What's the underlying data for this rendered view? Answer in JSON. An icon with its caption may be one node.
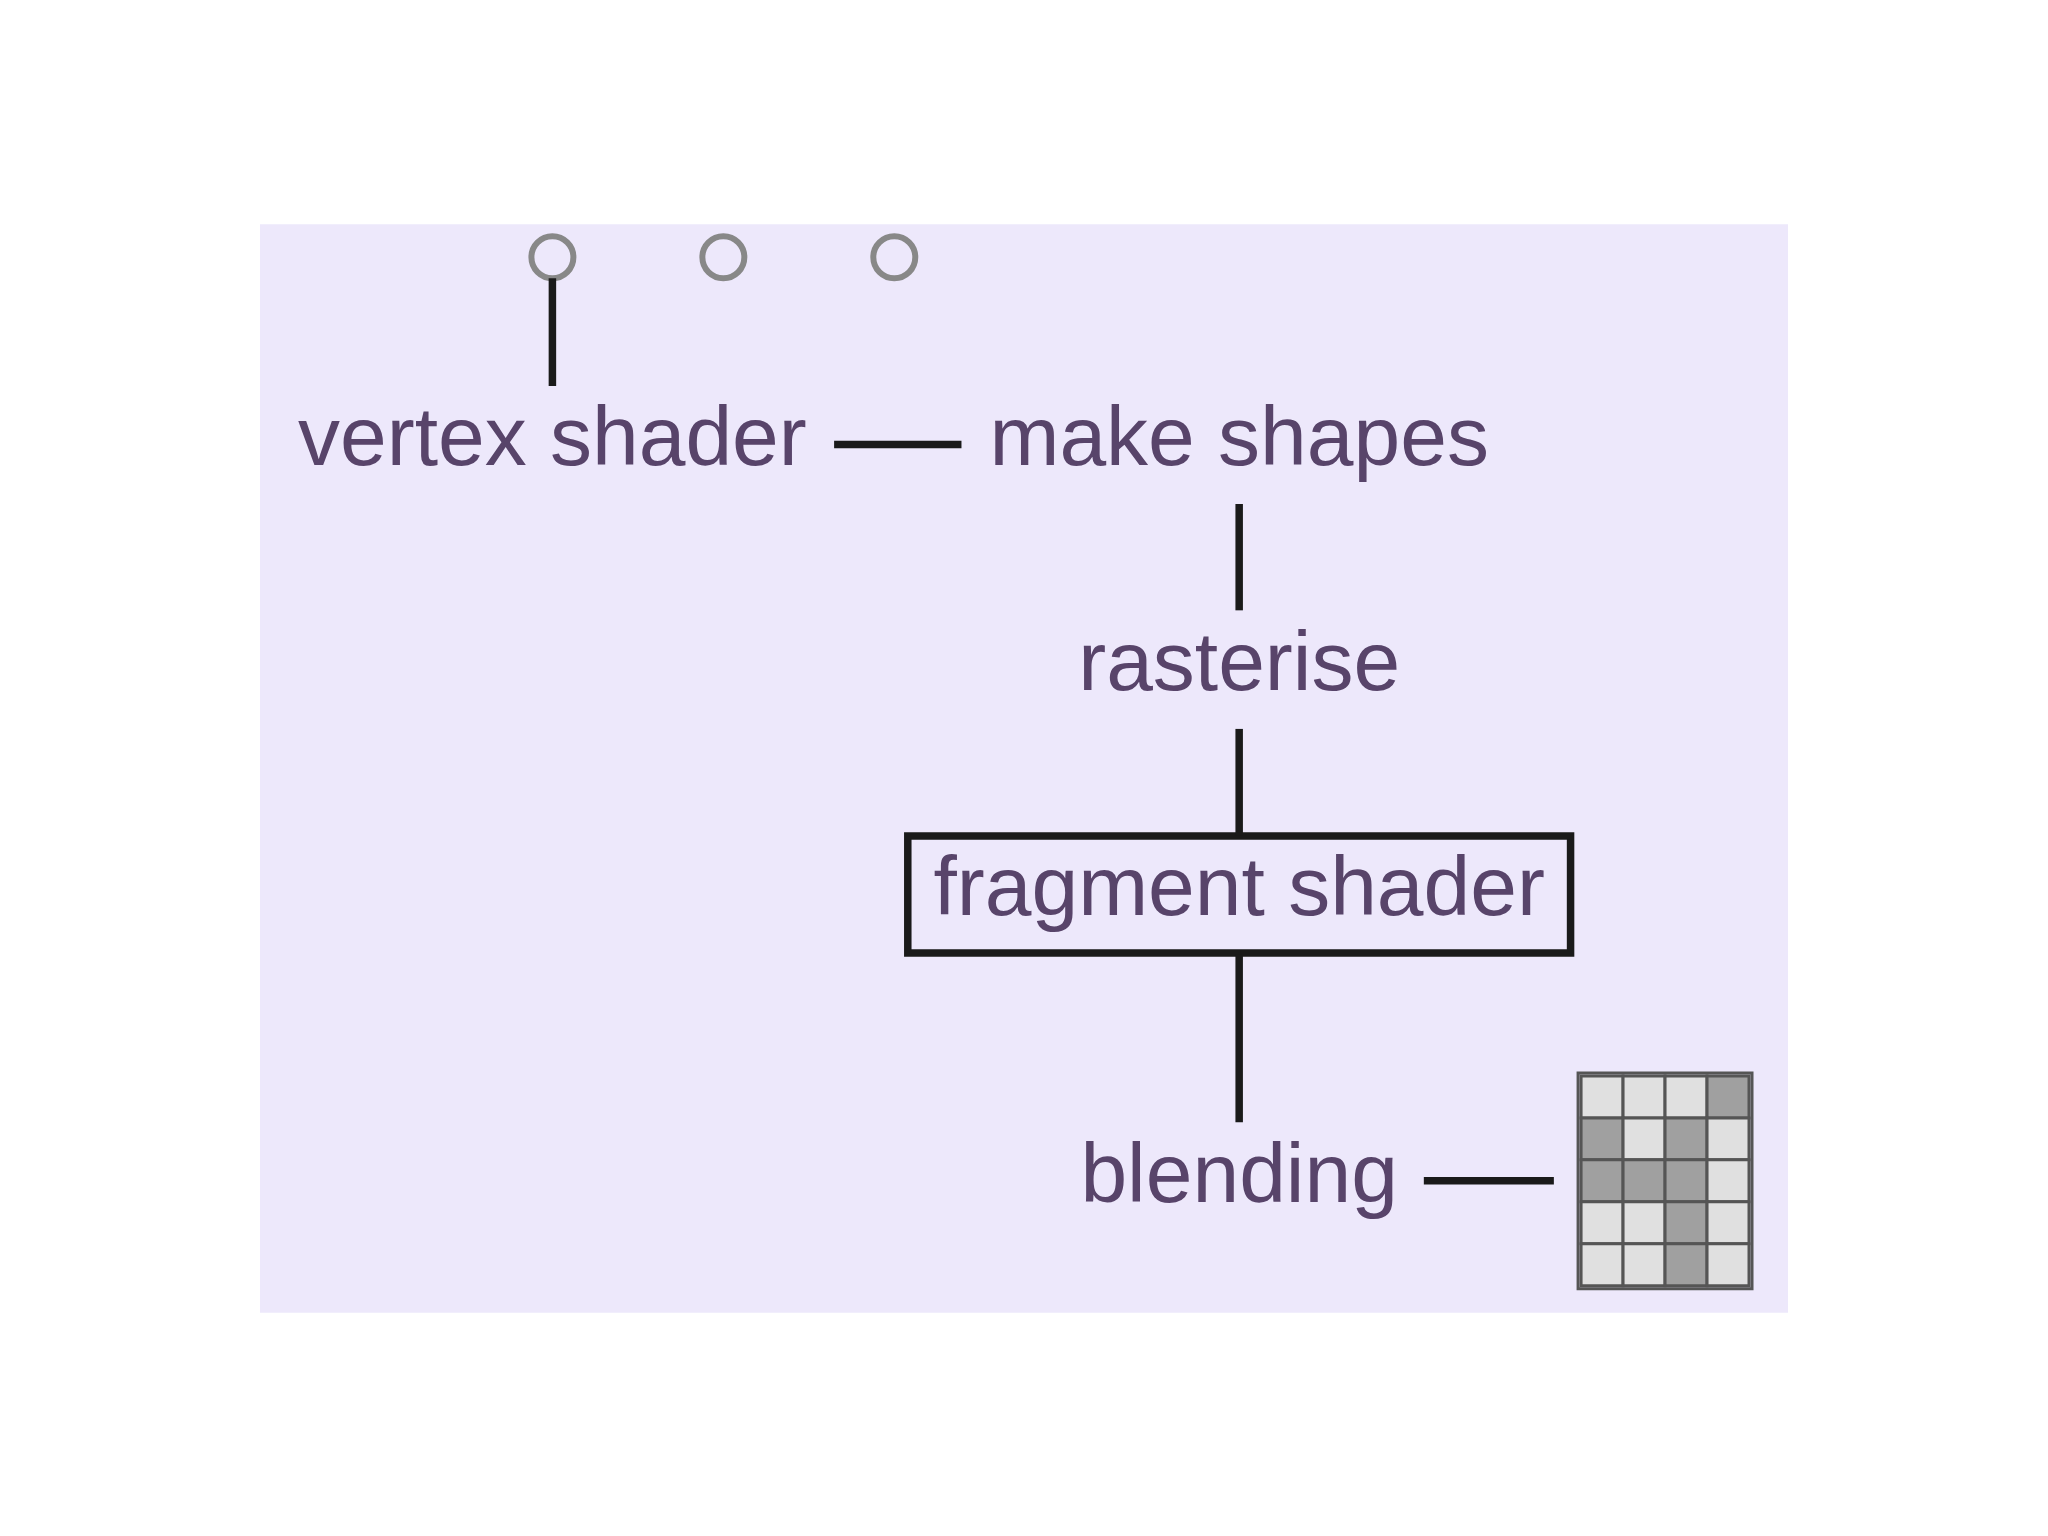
{
  "diagram": {
    "nodes": [
      {
        "text": [],
        "shape": "circle"
      },
      {
        "text": [],
        "shape": "circle"
      },
      {
        "text": [],
        "shape": "circle"
      },
      {
        "text": [
          "vertex shader"
        ]
      },
      {
        "text": [
          "make shapes"
        ]
      },
      {
        "text": [
          "rasterise"
        ]
      },
      {
        "text": [
          "fragment shader"
        ]
      },
      {
        "text": [
          "blending"
        ]
      },
      {
        "text": [],
        "shape": "grid"
      }
    ],
    "edges": [
      {
        "from": 0,
        "to": 3,
        "arrow": "none"
      },
      {
        "from": 3,
        "to": 4,
        "arrow": "none"
      },
      {
        "from": 4,
        "to": 5,
        "arrow": "none"
      },
      {
        "from": 5,
        "to": 6,
        "arrow": "none"
      },
      {
        "from": 6,
        "to": 7,
        "arrow": "none"
      },
      {
        "from": 7,
        "to": 8,
        "arrow": "none"
      }
    ]
  }
}
